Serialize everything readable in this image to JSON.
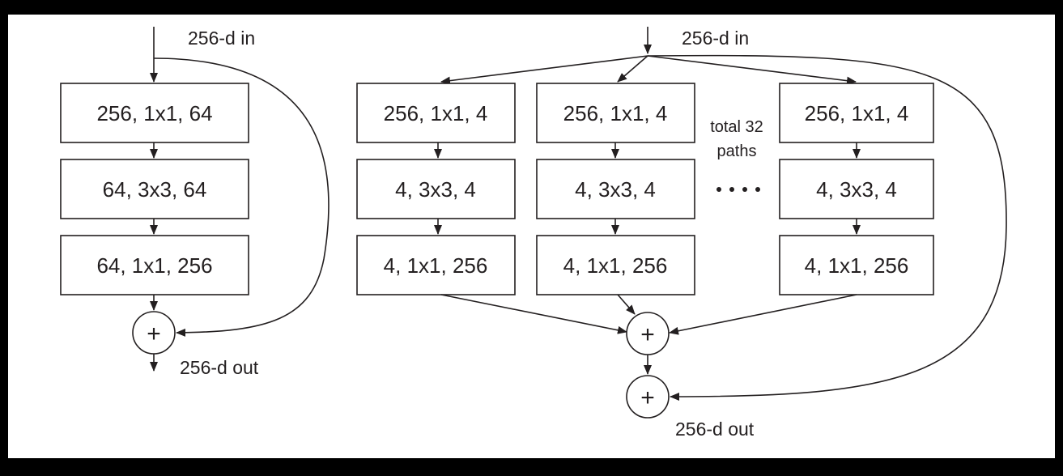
{
  "diagram": {
    "left_block": {
      "input_label": "256-d in",
      "layers": [
        "256, 1x1, 64",
        "64, 3x3, 64",
        "64, 1x1, 256"
      ],
      "merge_symbol": "+",
      "output_label": "256-d out"
    },
    "right_block": {
      "input_label": "256-d in",
      "paths": [
        [
          "256, 1x1, 4",
          "4, 3x3, 4",
          "4, 1x1, 256"
        ],
        [
          "256, 1x1, 4",
          "4, 3x3, 4",
          "4, 1x1, 256"
        ],
        [
          "256, 1x1, 4",
          "4, 3x3, 4",
          "4, 1x1, 256"
        ]
      ],
      "paths_note_line1": "total 32",
      "paths_note_line2": "paths",
      "aggregate_symbol": "+",
      "residual_symbol": "+",
      "output_label": "256-d out"
    },
    "colors": {
      "background": "#000000",
      "panel": "#ffffff",
      "ink": "#231f20"
    }
  }
}
